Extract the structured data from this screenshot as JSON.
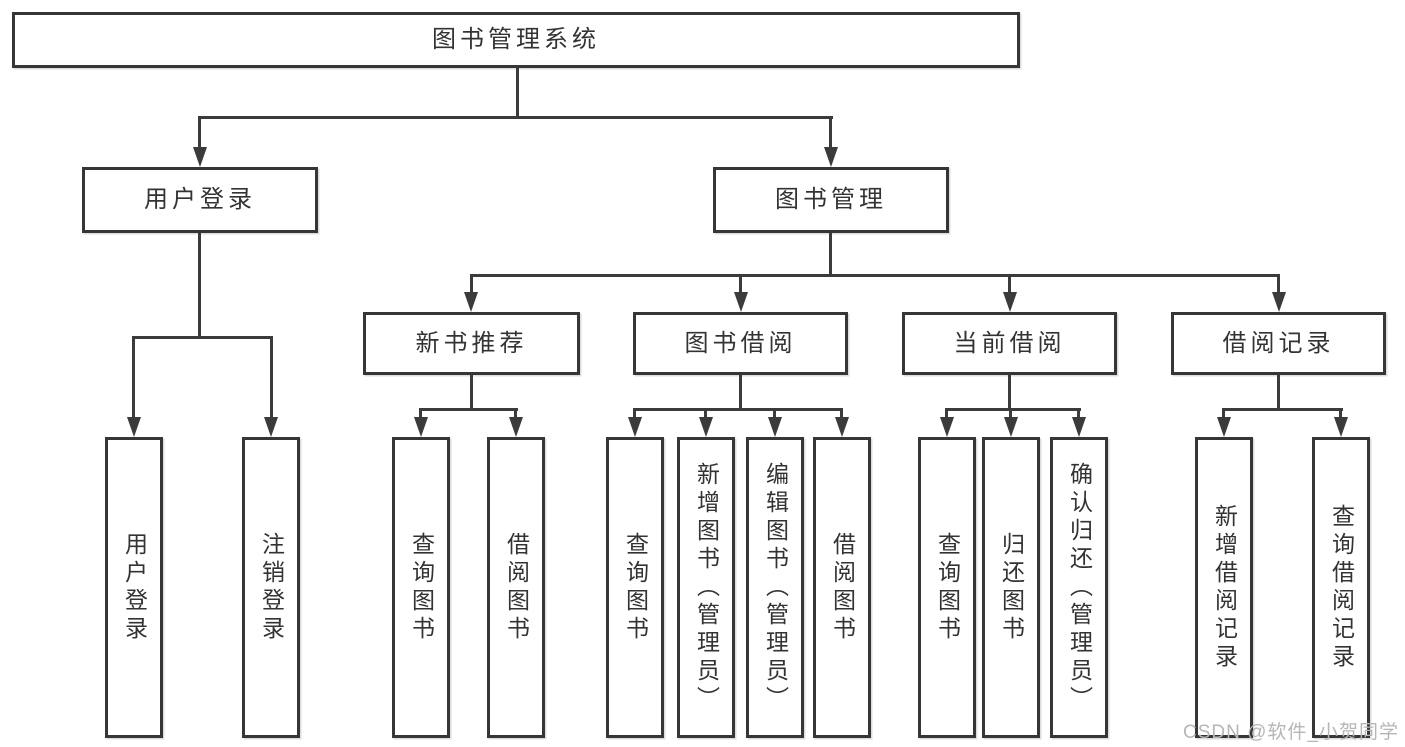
{
  "tree": {
    "label": "图书管理系统",
    "children": [
      {
        "label": "用户登录",
        "children": [
          {
            "label": "用户登录"
          },
          {
            "label": "注销登录"
          }
        ]
      },
      {
        "label": "图书管理",
        "children": [
          {
            "label": "新书推荐",
            "children": [
              {
                "label": "查询图书"
              },
              {
                "label": "借阅图书"
              }
            ]
          },
          {
            "label": "图书借阅",
            "children": [
              {
                "label": "查询图书"
              },
              {
                "label": "新增图书（管理员）"
              },
              {
                "label": "编辑图书（管理员）"
              },
              {
                "label": "借阅图书"
              }
            ]
          },
          {
            "label": "当前借阅",
            "children": [
              {
                "label": "查询图书"
              },
              {
                "label": "归还图书"
              },
              {
                "label": "确认归还（管理员）"
              }
            ]
          },
          {
            "label": "借阅记录",
            "children": [
              {
                "label": "新增借阅记录"
              },
              {
                "label": "查询借阅记录"
              }
            ]
          }
        ]
      }
    ]
  },
  "watermark": "CSDN @软件_小贺同学",
  "colors": {
    "line": "#3b3b3b",
    "box_border": "#363636",
    "text": "#333333",
    "watermark": "#b6b6ba",
    "background": "#ffffff"
  }
}
